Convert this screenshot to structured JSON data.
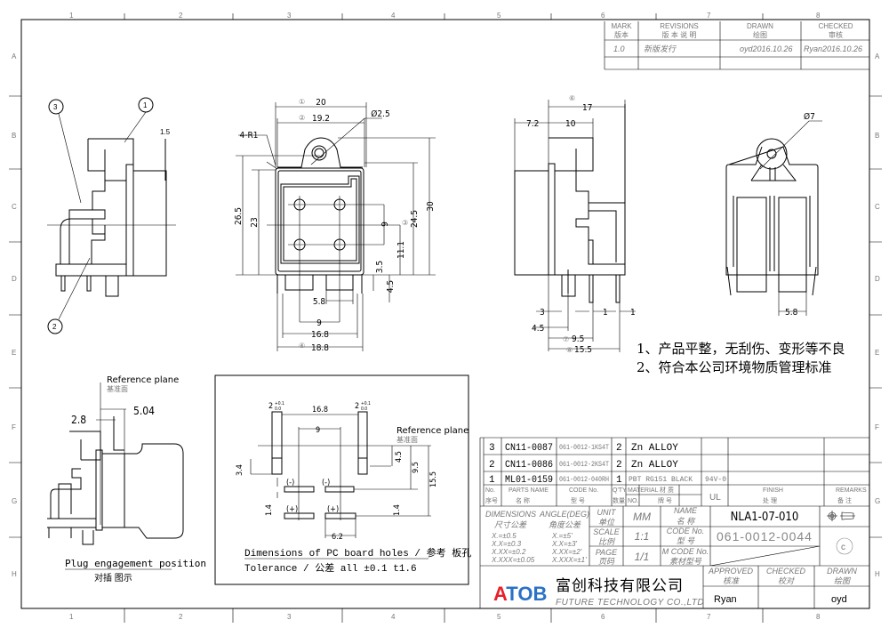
{
  "border": {
    "columns": [
      "1",
      "2",
      "3",
      "4",
      "5",
      "6",
      "7",
      "8"
    ],
    "rows": [
      "A",
      "B",
      "C",
      "D",
      "E",
      "F",
      "G",
      "H"
    ]
  },
  "revision_block": {
    "headers": [
      {
        "en": "MARK",
        "cn": "版本"
      },
      {
        "en": "REVISIONS",
        "cn": "版 本 说 明"
      },
      {
        "en": "DRAWN",
        "cn": "绘图"
      },
      {
        "en": "CHECKED",
        "cn": "审核"
      }
    ],
    "rows": [
      {
        "mark": "1.0",
        "revision": "新版发行",
        "drawn": "oyd2016.10.26",
        "checked": "Ryan2016.10.26"
      }
    ]
  },
  "left_view": {
    "balloons": [
      "3",
      "1",
      "2"
    ],
    "dim_15": "1.5"
  },
  "front_view": {
    "balloons": [
      "①",
      "②",
      "③",
      "④"
    ],
    "dims": {
      "w20": "20",
      "w192": "19.2",
      "dia25": "Ø2.5",
      "r1": "4-R1",
      "h265": "26.5",
      "h23": "23",
      "h245": "24.5",
      "h30": "30",
      "v9": "9",
      "v111": "11.1",
      "v35": "3.5",
      "v45": "4.5",
      "b58": "5.8",
      "b9": "9",
      "b168": "16.8",
      "b188": "18.8"
    }
  },
  "side_view": {
    "balloons": [
      "⑥",
      "⑦",
      "⑧"
    ],
    "dims": {
      "w17": "17",
      "w72": "7.2",
      "w10": "10",
      "d3": "3",
      "d1a": "1",
      "d1b": "1",
      "d45": "4.5",
      "d95": "9.5",
      "d155": "15.5"
    }
  },
  "rear_view": {
    "dims": {
      "dia7": "Ø7",
      "w58": "5.8"
    }
  },
  "notes": [
    "1、产品平整，无刮伤、变形等不良",
    "2、符合本公司环境物质管理标准"
  ],
  "plug_view": {
    "ref_plane": "Reference plane",
    "ref_plane_cn": "基准面",
    "d28": "2.8",
    "d504": "5.04",
    "caption": "Plug engagement position",
    "caption_cn": "对插 图示"
  },
  "pcb_view": {
    "hole_w_left": "2",
    "hole_w_right": "2",
    "tol_plus": "+0.1",
    "tol_zero": "0.0",
    "d168": "16.8",
    "d9": "9",
    "d34": "3.4",
    "d14a": "1.4",
    "d14b": "1.4",
    "d62": "6.2",
    "d45": "4.5",
    "d95": "9.5",
    "d155": "15.5",
    "minus": "(-)",
    "plus": "(+)",
    "ref_plane": "Reference plane",
    "ref_plane_cn": "基准面",
    "caption": "Dimensions of PC board holes / 参考 板孔",
    "tolerance": "Tolerance / 公差 all ±0.1    t1.6"
  },
  "bom": {
    "rows": [
      {
        "no": "3",
        "part": "CN11-0087",
        "code": "061-0012-1KS4T",
        "qty": "2",
        "material": "Zn ALLOY",
        "ul": "",
        "finish": "",
        "remarks": ""
      },
      {
        "no": "2",
        "part": "CN11-0086",
        "code": "061-0012-2KS4T",
        "qty": "2",
        "material": "Zn ALLOY",
        "ul": "",
        "finish": "",
        "remarks": ""
      },
      {
        "no": "1",
        "part": "ML01-0159",
        "code": "061-0012-040RH",
        "qty": "1",
        "material": "PBT RG151    BLACK",
        "ul": "94V-0",
        "finish": "",
        "remarks": ""
      }
    ],
    "headers": {
      "no": "No.",
      "no_cn": "序号",
      "part": "PARTS NAME",
      "part_cn": "名    称",
      "code": "CODE No.",
      "code_cn": "型    号",
      "qty": "Q'TY",
      "qty_cn": "数量",
      "material": "MATERIAL",
      "material_cn": "材  质",
      "mat_no": "NO.",
      "mat_no_cn": "牌  号",
      "ul": "UL",
      "finish": "FINISH",
      "finish_cn": "处    理",
      "remarks": "REMARKS",
      "remarks_cn": "备  注"
    }
  },
  "title_block": {
    "dimensions_label": "DIMENSIONS",
    "dimensions_cn": "尺寸公差",
    "angle_label": "ANGLE(DEG)",
    "angle_cn": "角度公差",
    "dim_tols": [
      "X.=±0.5",
      "X.X=±0.3",
      "X.XX=±0.2",
      "X.XXX=±0.05"
    ],
    "angle_tols": [
      "X.=±5'",
      "X.X=±3'",
      "X.XX=±2'",
      "X.XXX=±1'"
    ],
    "unit_label": "UNIT",
    "unit_cn": "单位",
    "unit": "MM",
    "scale_label": "SCALE",
    "scale_cn": "比例",
    "scale": "1:1",
    "page_label": "PAGE",
    "page_cn": "页码",
    "page": "1/1",
    "name_label": "NAME",
    "name_cn": "名    称",
    "name": "NLA1-07-010",
    "code_label": "CODE No.",
    "code_cn": "型    号",
    "code": "061-0012-0044",
    "mcode_label": "M CODE No.",
    "mcode_cn": "素材型号",
    "mcode": "",
    "approved_label": "APPROVED",
    "approved_cn": "核准",
    "approved": "Ryan",
    "checked_label": "CHECKED",
    "checked_cn": "校对",
    "checked": "",
    "drawn_label": "DRAWN",
    "drawn_cn": "绘图",
    "drawn": "oyd",
    "logo": "ATOB",
    "company_cn": "富创科技有限公司",
    "company_en": "FUTURE TECHNOLOGY CO.,LTD",
    "logo_colors": {
      "red": "#e8202a",
      "blue": "#2a72c6"
    }
  }
}
